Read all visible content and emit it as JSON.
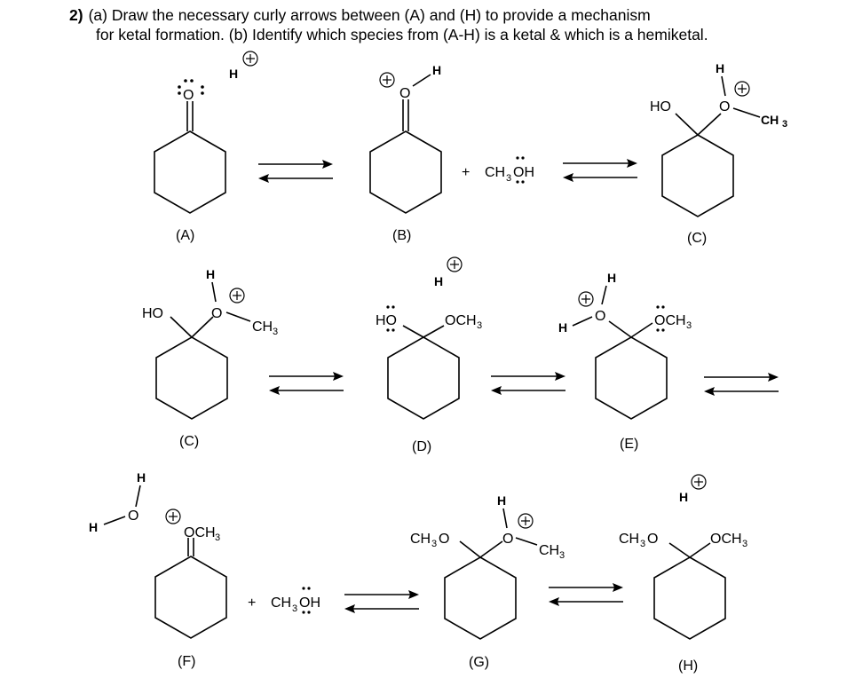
{
  "question": {
    "number": "2)",
    "line1": "(a) Draw the necessary curly arrows between (A) and (H) to provide a mechanism",
    "line2": "for ketal formation. (b) Identify which species from (A-H) is a ketal & which is a hemiketal."
  },
  "labels": {
    "A": "(A)",
    "B": "(B)",
    "C1": "(C)",
    "C2": "(C)",
    "D": "(D)",
    "E": "(E)",
    "F": "(F)",
    "G": "(G)",
    "H": "(H)"
  },
  "atoms": {
    "O": "O",
    "H": "H",
    "HO": "HO",
    "CH3": "CH",
    "sub3": "3",
    "OCH": "OCH",
    "CH3O": "CH",
    "CH3O_tail": "O",
    "plus": "+"
  },
  "reagent": {
    "prefix": "CH",
    "sub": "3",
    "OH": "OH",
    "plus_sign": "+"
  }
}
